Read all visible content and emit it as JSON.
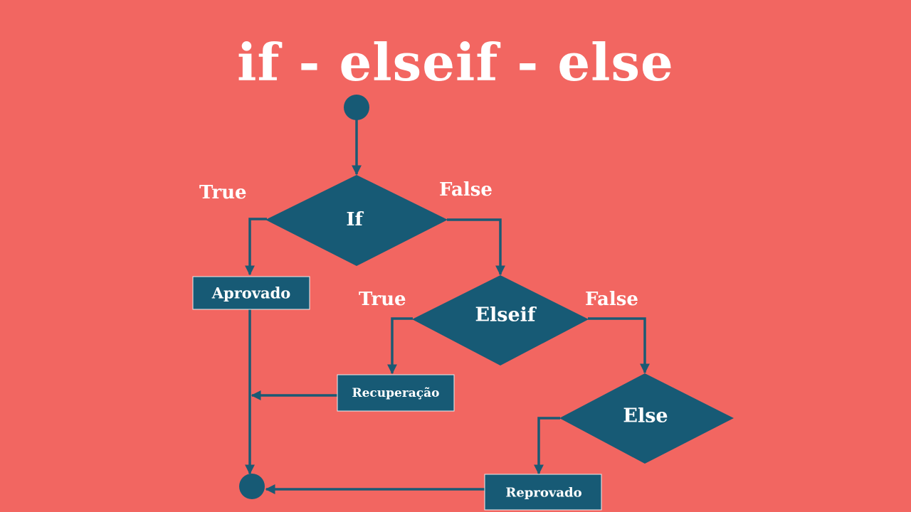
{
  "title": "if - elseif - else",
  "colors": {
    "background": "#f26661",
    "node": "#175a75",
    "line": "#1a5a74",
    "text": "#ffffff"
  },
  "diagram": {
    "decisions": {
      "if": "If",
      "elseif": "Elseif",
      "else": "Else"
    },
    "boxes": {
      "aprovado": "Aprovado",
      "recuperacao": "Recuperação",
      "reprovado": "Reprovado"
    },
    "edge_labels": {
      "if_true": "True",
      "if_false": "False",
      "elseif_true": "True",
      "elseif_false": "False"
    }
  }
}
